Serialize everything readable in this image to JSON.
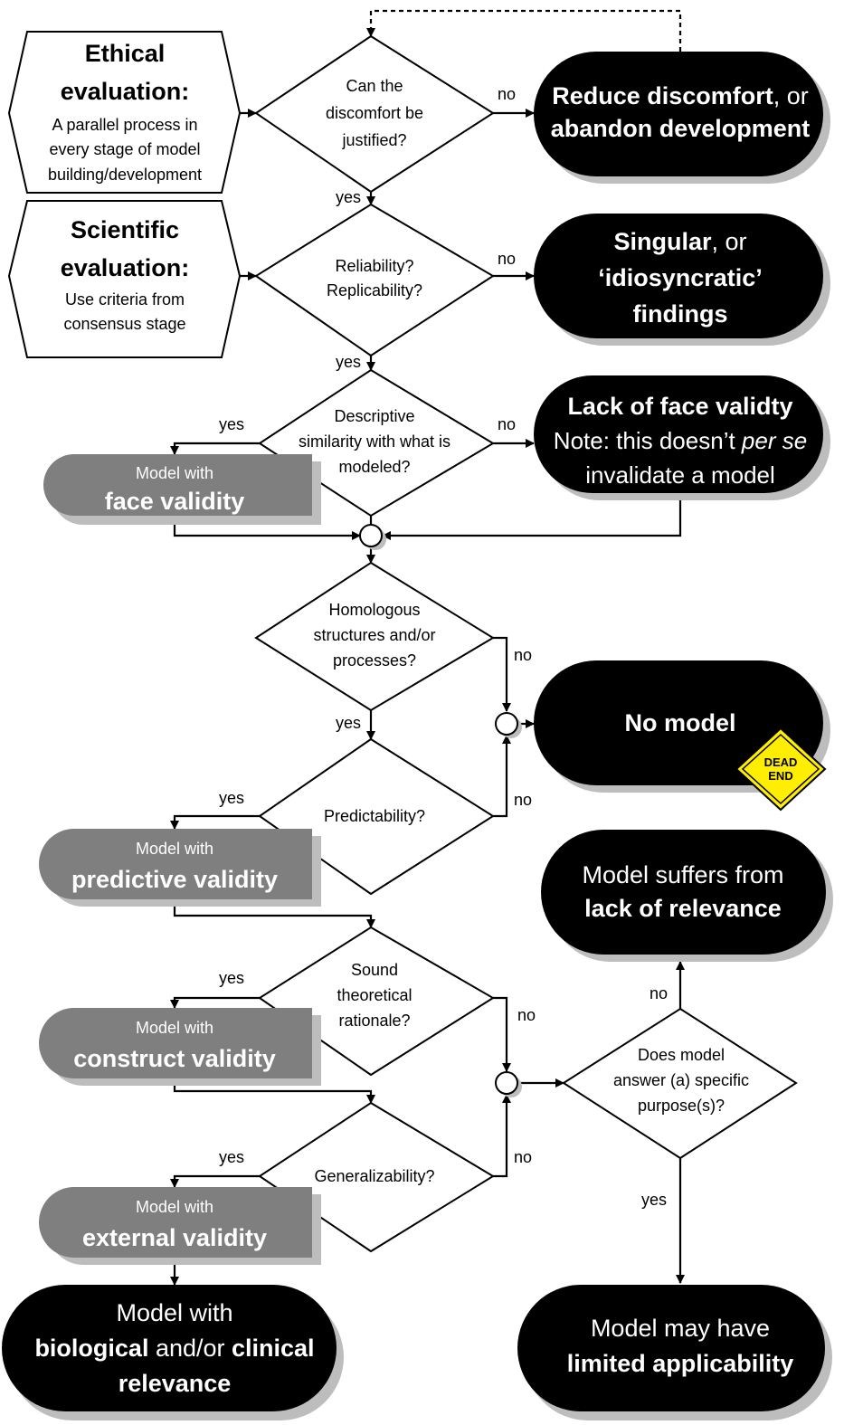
{
  "side_panels": {
    "ethical": {
      "title_1": "Ethical",
      "title_2": "evaluation:",
      "line_1": "A parallel process in",
      "line_2": "every stage of model",
      "line_3": "building/development"
    },
    "scientific": {
      "title_1": "Scientific",
      "title_2": "evaluation:",
      "line_1": "Use criteria  from",
      "line_2": "consensus stage"
    }
  },
  "decisions": {
    "d1": [
      "Can the",
      "discomfort be",
      "justified?"
    ],
    "d2": [
      "Reliability?",
      "Replicability?"
    ],
    "d3": [
      "Descriptive",
      "similarity with what is",
      "modeled?"
    ],
    "d4": [
      "Homologous",
      "structures and/or",
      "processes?"
    ],
    "d5": [
      "Predictability?"
    ],
    "d6": [
      "Sound",
      "theoretical",
      "rationale?"
    ],
    "d7": [
      "Generalizability?"
    ],
    "d8": [
      "Does model",
      "answer (a) specific",
      "purpose(s)?"
    ]
  },
  "outcomes": {
    "reduce": {
      "bold_1": "Reduce discomfort",
      "normal_1": ", or",
      "bold_2": "abandon development"
    },
    "singular": {
      "bold_1": "Singular",
      "normal_1": ", or",
      "bold_2": "‘idiosyncratic’",
      "bold_3": "findings"
    },
    "face": {
      "bold_1": "Lack of face validty",
      "normal_1": "Note: this doesn’t ",
      "italic_1": "per se",
      "normal_2": "invalidate a model"
    },
    "no_model": {
      "label": "No model",
      "sign_1": "DEAD",
      "sign_2": "END"
    },
    "relevance_lack": {
      "normal_1": "Model suffers from",
      "bold_1": "lack of relevance"
    },
    "bio": {
      "normal_1": "Model with",
      "bold_1": "biological",
      "normal_2": " and/or  ",
      "bold_2": "clinical",
      "bold_3": "relevance"
    },
    "limited": {
      "normal_1": "Model may have",
      "bold_1": "limited applicability"
    }
  },
  "validity_boxes": {
    "face": {
      "line_1": "Model with",
      "line_2": "face validity"
    },
    "predictive": {
      "line_1": "Model with",
      "line_2": "predictive validity"
    },
    "construct": {
      "line_1": "Model with",
      "line_2": "construct validity"
    },
    "external": {
      "line_1": "Model with",
      "line_2": "external validity"
    }
  },
  "edge_labels": {
    "yes": "yes",
    "no": "no"
  },
  "colors": {
    "outcome_fill": "#000000",
    "validity_fill": "#7f7f7f",
    "shadow": "#bdbdbd",
    "sign_yellow": "#ffee00"
  }
}
